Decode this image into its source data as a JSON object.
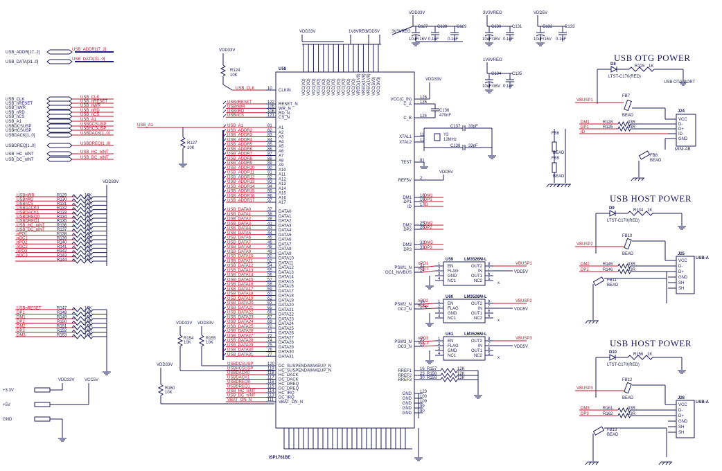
{
  "headings": {
    "otg_power": "USB OTG POWER",
    "host_power_1": "USB HOST POWER",
    "host_power_2": "USB HOST POWER"
  },
  "chip": {
    "ref": "U58",
    "part": "ISP1761BE"
  },
  "rails": {
    "vdd33": "VDD33V",
    "v18": "1V8VREG",
    "v33reg": "3V3VREG",
    "vdd5": "VDD5V",
    "vcc5v": "VCC5V"
  },
  "ports": [
    {
      "label": "USB_ADDR[17..2]",
      "net": "USB_ADDR[17..2]"
    },
    {
      "label": "USB_DATA[31..0]",
      "net": "USB_DATA[31..0]"
    },
    {
      "label": "USB_CLK",
      "net": "USB_CLK"
    },
    {
      "label": "USB_nRESET",
      "net": "USB_nRESET"
    },
    {
      "label": "USB_nWR",
      "net": "USB_nWR"
    },
    {
      "label": "USB_nRD",
      "net": "USB_nRD"
    },
    {
      "label": "USB_nCS",
      "net": "USB_nCS"
    },
    {
      "label": "USB_A1",
      "net": "USB_A1"
    },
    {
      "label": "USBDCSUSP",
      "net": "USBDCSUSP"
    },
    {
      "label": "USBHCSUSP",
      "net": "USBHCSUSP"
    },
    {
      "label": "USBDACK[1..0]",
      "net": "USBDACK[1..0]"
    },
    {
      "label": "USBDREQ[1..0]",
      "net": "USBDREQ[1..0]"
    },
    {
      "label": "USB_HC_nINT",
      "net": "USB_HC_nINT"
    },
    {
      "label": "USB_DC_nINT",
      "net": "USB_DC_nINT"
    }
  ],
  "pullups_top": [
    {
      "net": "USBnWR",
      "ref": "R129",
      "val": "10K"
    },
    {
      "net": "USBnRD",
      "ref": "R130",
      "val": "10K"
    },
    {
      "net": "USBnCS",
      "ref": "R131",
      "val": "10K"
    },
    {
      "net": "USBDACK0",
      "ref": "R132",
      "val": "10K"
    },
    {
      "net": "USBDACK1",
      "ref": "R133",
      "val": "10K"
    },
    {
      "net": "USBDREQ0",
      "ref": "R134",
      "val": "10K"
    },
    {
      "net": "USBDREQ1",
      "ref": "R135",
      "val": "10K"
    },
    {
      "net": "USB_HC_nINT",
      "ref": "R136",
      "val": "10K"
    },
    {
      "net": "USB_DC_nINT",
      "ref": "R137",
      "val": "10K"
    },
    {
      "net": "nPO1",
      "ref": "R138",
      "val": "10K"
    },
    {
      "net": "nOC1",
      "ref": "R139",
      "val": "10K"
    },
    {
      "net": "nPO2",
      "ref": "R140",
      "val": "10K"
    },
    {
      "net": "nOC2",
      "ref": "R141",
      "val": "10K"
    },
    {
      "net": "nPO3",
      "ref": "R142",
      "val": "10K"
    },
    {
      "net": "nOC3",
      "ref": "R143",
      "val": "10K"
    },
    {
      "net": "",
      "ref": "R144",
      "val": "10K"
    }
  ],
  "pullups_bottom": [
    {
      "net": "USBnRESET",
      "ref": "R147",
      "val": "10K"
    },
    {
      "net": "DP1",
      "ref": "R148",
      "val": "10K"
    },
    {
      "net": "DM1",
      "ref": "R149",
      "val": "10K"
    },
    {
      "net": "DP2",
      "ref": "R150",
      "val": "10K"
    },
    {
      "net": "DM2",
      "ref": "R151",
      "val": "10K"
    },
    {
      "net": "DP3",
      "ref": "R152",
      "val": "10K"
    },
    {
      "net": "DM3",
      "ref": "R153",
      "val": "10K"
    }
  ],
  "power_in": [
    {
      "label": "+3.3V"
    },
    {
      "label": "+5V"
    },
    {
      "label": "GND"
    }
  ],
  "left_pins": [
    {
      "name": "CLKIN",
      "num": "10",
      "net": "USB_CLK"
    },
    {
      "name": "RESET_N",
      "num": "122",
      "net": "USBnRESET"
    },
    {
      "name": "WR_N",
      "num": "105",
      "net": "USBnWR"
    },
    {
      "name": "RD_N",
      "num": "106",
      "net": "USBnRD"
    },
    {
      "name": "CS_N",
      "num": "121",
      "net": "USBnCS"
    },
    {
      "name": "A1",
      "num": "81",
      "net": "USB_A1"
    },
    {
      "name": "A2",
      "num": "82",
      "net": "USB_ADDR2"
    },
    {
      "name": "A3",
      "num": "83",
      "net": "USB_ADDR3"
    },
    {
      "name": "A4",
      "num": "84",
      "net": "USB_ADDR4"
    },
    {
      "name": "A5",
      "num": "85",
      "net": "USB_ADDR5"
    },
    {
      "name": "A6",
      "num": "86",
      "net": "USB_ADDR6"
    },
    {
      "name": "A7",
      "num": "87",
      "net": "USB_ADDR7"
    },
    {
      "name": "A8",
      "num": "88",
      "net": "USB_ADDR8"
    },
    {
      "name": "A9",
      "num": "89",
      "net": "USB_ADDR9"
    },
    {
      "name": "A10",
      "num": "90",
      "net": "USB_ADDR10"
    },
    {
      "name": "A11",
      "num": "91",
      "net": "USB_ADDR11"
    },
    {
      "name": "A12",
      "num": "92",
      "net": "USB_ADDR12"
    },
    {
      "name": "A13",
      "num": "93",
      "net": "USB_ADDR13"
    },
    {
      "name": "A14",
      "num": "94",
      "net": "USB_ADDR14"
    },
    {
      "name": "A15",
      "num": "95",
      "net": "USB_ADDR15"
    },
    {
      "name": "A16",
      "num": "96",
      "net": "USB_ADDR16"
    },
    {
      "name": "A17",
      "num": "97",
      "net": "USB_ADDR17"
    },
    {
      "name": "DATA0",
      "num": "37",
      "net": "USB_DATA0"
    },
    {
      "name": "DATA1",
      "num": "38",
      "net": "USB_DATA1"
    },
    {
      "name": "DATA2",
      "num": "39",
      "net": "USB_DATA2"
    },
    {
      "name": "DATA3",
      "num": "41",
      "net": "USB_DATA3"
    },
    {
      "name": "DATA4",
      "num": "43",
      "net": "USB_DATA4"
    },
    {
      "name": "DATA5",
      "num": "44",
      "net": "USB_DATA5"
    },
    {
      "name": "DATA6",
      "num": "45",
      "net": "USB_DATA6"
    },
    {
      "name": "DATA7",
      "num": "46",
      "net": "USB_DATA7"
    },
    {
      "name": "DATA8",
      "num": "48",
      "net": "USB_DATA8"
    },
    {
      "name": "DATA9",
      "num": "49",
      "net": "USB_DATA9"
    },
    {
      "name": "DATA10",
      "num": "50",
      "net": "USB_DATA10"
    },
    {
      "name": "DATA11",
      "num": "52",
      "net": "USB_DATA11"
    },
    {
      "name": "DATA12",
      "num": "54",
      "net": "USB_DATA12"
    },
    {
      "name": "DATA13",
      "num": "55",
      "net": "USB_DATA13"
    },
    {
      "name": "DATA14",
      "num": "56",
      "net": "USB_DATA14"
    },
    {
      "name": "DATA15",
      "num": "57",
      "net": "USB_DATA15"
    },
    {
      "name": "DATA16",
      "num": "58",
      "net": "USB_DATA16"
    },
    {
      "name": "DATA17",
      "num": "59",
      "net": "USB_DATA17"
    },
    {
      "name": "DATA18",
      "num": "60",
      "net": "USB_DATA18"
    },
    {
      "name": "DATA19",
      "num": "62",
      "net": "USB_DATA19"
    },
    {
      "name": "DATA20",
      "num": "63",
      "net": "USB_DATA20"
    },
    {
      "name": "DATA21",
      "num": "65",
      "net": "USB_DATA21"
    },
    {
      "name": "DATA22",
      "num": "66",
      "net": "USB_DATA22"
    },
    {
      "name": "DATA23",
      "num": "67",
      "net": "USB_DATA23"
    },
    {
      "name": "DATA24",
      "num": "69",
      "net": "USB_DATA24"
    },
    {
      "name": "DATA25",
      "num": "70",
      "net": "USB_DATA25"
    },
    {
      "name": "DATA26",
      "num": "71",
      "net": "USB_DATA26"
    },
    {
      "name": "DATA27",
      "num": "72",
      "net": "USB_DATA27"
    },
    {
      "name": "DATA28",
      "num": "74",
      "net": "USB_DATA28"
    },
    {
      "name": "DATA29",
      "num": "75",
      "net": "USB_DATA29"
    },
    {
      "name": "DATA30",
      "num": "76",
      "net": "USB_DATA30"
    },
    {
      "name": "DATA31",
      "num": "77",
      "net": "USB_DATA31"
    }
  ],
  "left_pins_low": [
    {
      "name": "DC_SUSPEND/WAKEUP_N",
      "num": "120",
      "net": "USBDCSUSP"
    },
    {
      "name": "HC_SUSPEND/WAKEUP_N",
      "num": "119",
      "net": "USBHCSUSP"
    },
    {
      "name": "HC_DACK",
      "num": "118",
      "net": "USBDACK0"
    },
    {
      "name": "DC_DACK",
      "num": "117",
      "net": "USBDACK1"
    },
    {
      "name": "HC_DREQ",
      "num": "116",
      "net": "USBDREQ0"
    },
    {
      "name": "DC_DREQ",
      "num": "115",
      "net": "USBDREQ1"
    },
    {
      "name": "HC_IRQ",
      "num": "114",
      "net": "USB_HC_nINT"
    },
    {
      "name": "DC_IRQ",
      "num": "113",
      "net": "USB_DC_nINT"
    },
    {
      "name": "VBAT_ON_N",
      "num": "111",
      "net": "VBAT_ON_N"
    }
  ],
  "right_pins": [
    {
      "name": "VCC(C_IN)",
      "num": "126"
    },
    {
      "name": "C_A",
      "num": "125"
    },
    {
      "name": "C_B",
      "num": "124"
    },
    {
      "name": "XTAL1",
      "num": "11"
    },
    {
      "name": "XTAL2",
      "num": "12"
    },
    {
      "name": "TEST",
      "num": "81"
    },
    {
      "name": "REF5V",
      "num": "2"
    },
    {
      "name": "DM1",
      "num": "18"
    },
    {
      "name": "DP1",
      "num": "19"
    },
    {
      "name": "ID",
      "num": "17"
    },
    {
      "name": "DM2",
      "num": "25"
    },
    {
      "name": "DP2",
      "num": "26"
    },
    {
      "name": "DM3",
      "num": "32"
    },
    {
      "name": "DP3",
      "num": "33"
    },
    {
      "name": "PSW1_N",
      "num": "31"
    },
    {
      "name": "OC1_N/VBUS",
      "num": "24"
    },
    {
      "name": "PSW2_N",
      "num": "36"
    },
    {
      "name": "OC2_N",
      "num": "178"
    },
    {
      "name": "PSW3_N",
      "num": "35"
    },
    {
      "name": "OC3_N",
      "num": "29"
    },
    {
      "name": "RREF1",
      "num": "16"
    },
    {
      "name": "RREF2",
      "num": "23"
    },
    {
      "name": "RREF3",
      "num": "30"
    },
    {
      "name": "GND",
      "num": "123"
    },
    {
      "name": "GND",
      "num": "100"
    },
    {
      "name": "GND",
      "num": "109"
    },
    {
      "name": "GND",
      "num": "99"
    },
    {
      "name": "GND",
      "num": "90"
    }
  ],
  "top_pins": [
    "VCC(I/O)",
    "VCC(I/O)",
    "VCC(I/O)",
    "VCC(I/O)",
    "VCC(I/O)",
    "VCC(I/O)",
    "VCC(I/O)",
    "VCC(I/O)",
    "VCC(I/O)",
    "VCC(I/O)",
    "VCC(I/O)",
    "VREG(1V8)",
    "VREG(1V8)",
    "VREG(1V8)",
    "VCC(5V0)",
    "VCC(3V3)"
  ],
  "caps": [
    {
      "ref": "C127",
      "val": "10uF/16V"
    },
    {
      "ref": "C128",
      "val": "0.1uF"
    },
    {
      "ref": "C129",
      "val": "0.1uF"
    },
    {
      "ref": "C130",
      "val": "10uF/16V"
    },
    {
      "ref": "C131",
      "val": "0.1uF"
    },
    {
      "ref": "C132",
      "val": "10uF/16V"
    },
    {
      "ref": "C133",
      "val": "0.1uF"
    },
    {
      "ref": "C134",
      "val": "10uF/16V"
    },
    {
      "ref": "C135",
      "val": "0.1uF"
    },
    {
      "ref": "C136",
      "val": "470nF"
    },
    {
      "ref": "C137",
      "val": "33pF"
    },
    {
      "ref": "C138",
      "val": "33pF"
    }
  ],
  "misc": {
    "r124": "R124",
    "r124v": "10K",
    "r127": "R127",
    "r127v": "10K",
    "r154": "R154",
    "r154v": "10K",
    "r155": "R155",
    "r155v": "10K",
    "r160": "R160",
    "r160v": "10K",
    "xtal": "Y3",
    "xtalv": "12MHz",
    "r157": "R157",
    "r158": "R158",
    "r159": "R159",
    "rrefv": "12K",
    "usb_a1_net": "USB_A1",
    "vdd5v_net": "VDD5V"
  },
  "switches": [
    {
      "ref": "U59",
      "part": "LM3526M-L",
      "pins": [
        "EN",
        "FLAG",
        "GND",
        "NC1",
        "OUT2",
        "IN",
        "OUT1",
        "NC2"
      ],
      "nums": [
        "1",
        "2",
        "3",
        "4",
        "8",
        "7",
        "6",
        "5"
      ],
      "vbus": "VBUSP1",
      "in": "VDD5V",
      "po": "nPO1",
      "oc": "nOC1"
    },
    {
      "ref": "U60",
      "part": "LM3526M-L",
      "pins": [
        "EN",
        "FLAG",
        "GND",
        "NC1",
        "OUT2",
        "IN",
        "OUT1",
        "NC2"
      ],
      "nums": [
        "1",
        "2",
        "3",
        "4",
        "8",
        "7",
        "6",
        "5"
      ],
      "vbus": "VBUSP2",
      "in": "VDD5V",
      "po": "nPO2",
      "oc": "nOC2"
    },
    {
      "ref": "U61",
      "part": "LM3526M-L",
      "pins": [
        "EN",
        "FLAG",
        "GND",
        "NC1",
        "OUT2",
        "IN",
        "OUT1",
        "NC2"
      ],
      "nums": [
        "1",
        "2",
        "3",
        "4",
        "8",
        "7",
        "6",
        "5"
      ],
      "vbus": "VBUSP3",
      "in": "VDD5V",
      "po": "nPO3",
      "oc": "nOC3"
    }
  ],
  "otg": {
    "led": "D8",
    "led_part": "LTST-C170(RED)",
    "res": "R125",
    "res_val": "1K",
    "bead": "FB7",
    "bead_lbl": "BEAD",
    "vbus": "VBUSP1",
    "conn": "J24",
    "conn_part": "MINI-AB",
    "conn_note": "USB OTG PORT",
    "pins": [
      "VCC",
      "D-",
      "D+",
      "ID",
      "GND"
    ],
    "r1": "R128",
    "r1v": "33R",
    "r2": "R126",
    "r2v": "33R",
    "dm": "DM1",
    "dp": "DP1",
    "id": "ID",
    "fb8": "FB8",
    "fb8l": "BEAD",
    "fb6": "FB6",
    "fb6l": "BEAD",
    "fb9": "FB9",
    "fb9l": "BEAD"
  },
  "host1": {
    "led": "D9",
    "led_part": "LTST-C170(RED)",
    "res": "R134",
    "res_val": "1K",
    "bead": "FB10",
    "bead_lbl": "BEAD",
    "vbus": "VBUSP2",
    "conn": "J25",
    "conn_part": "USB-A",
    "pins": [
      "VCC",
      "D-",
      "D+",
      "GND",
      "SH",
      "SH"
    ],
    "r1": "R145",
    "r1v": "33R",
    "r2": "R146",
    "r2v": "33R",
    "dm": "DM2",
    "dp": "DP2",
    "fb": "FB11",
    "fbl": "BEAD"
  },
  "host2": {
    "led": "D10",
    "led_part": "LTST-C170(RED)",
    "res": "R156",
    "res_val": "1K",
    "bead": "FB12",
    "bead_lbl": "BEAD",
    "vbus": "VBUSP3",
    "conn": "J26",
    "conn_part": "USB-A",
    "pins": [
      "VCC",
      "D-",
      "D+",
      "GND",
      "SH",
      "SH"
    ],
    "r1": "R161",
    "r1v": "33R",
    "r2": "R162",
    "r2v": "33R",
    "dm": "DM3",
    "dp": "DP3",
    "fb": "FB13",
    "fbl": "BEAD"
  }
}
